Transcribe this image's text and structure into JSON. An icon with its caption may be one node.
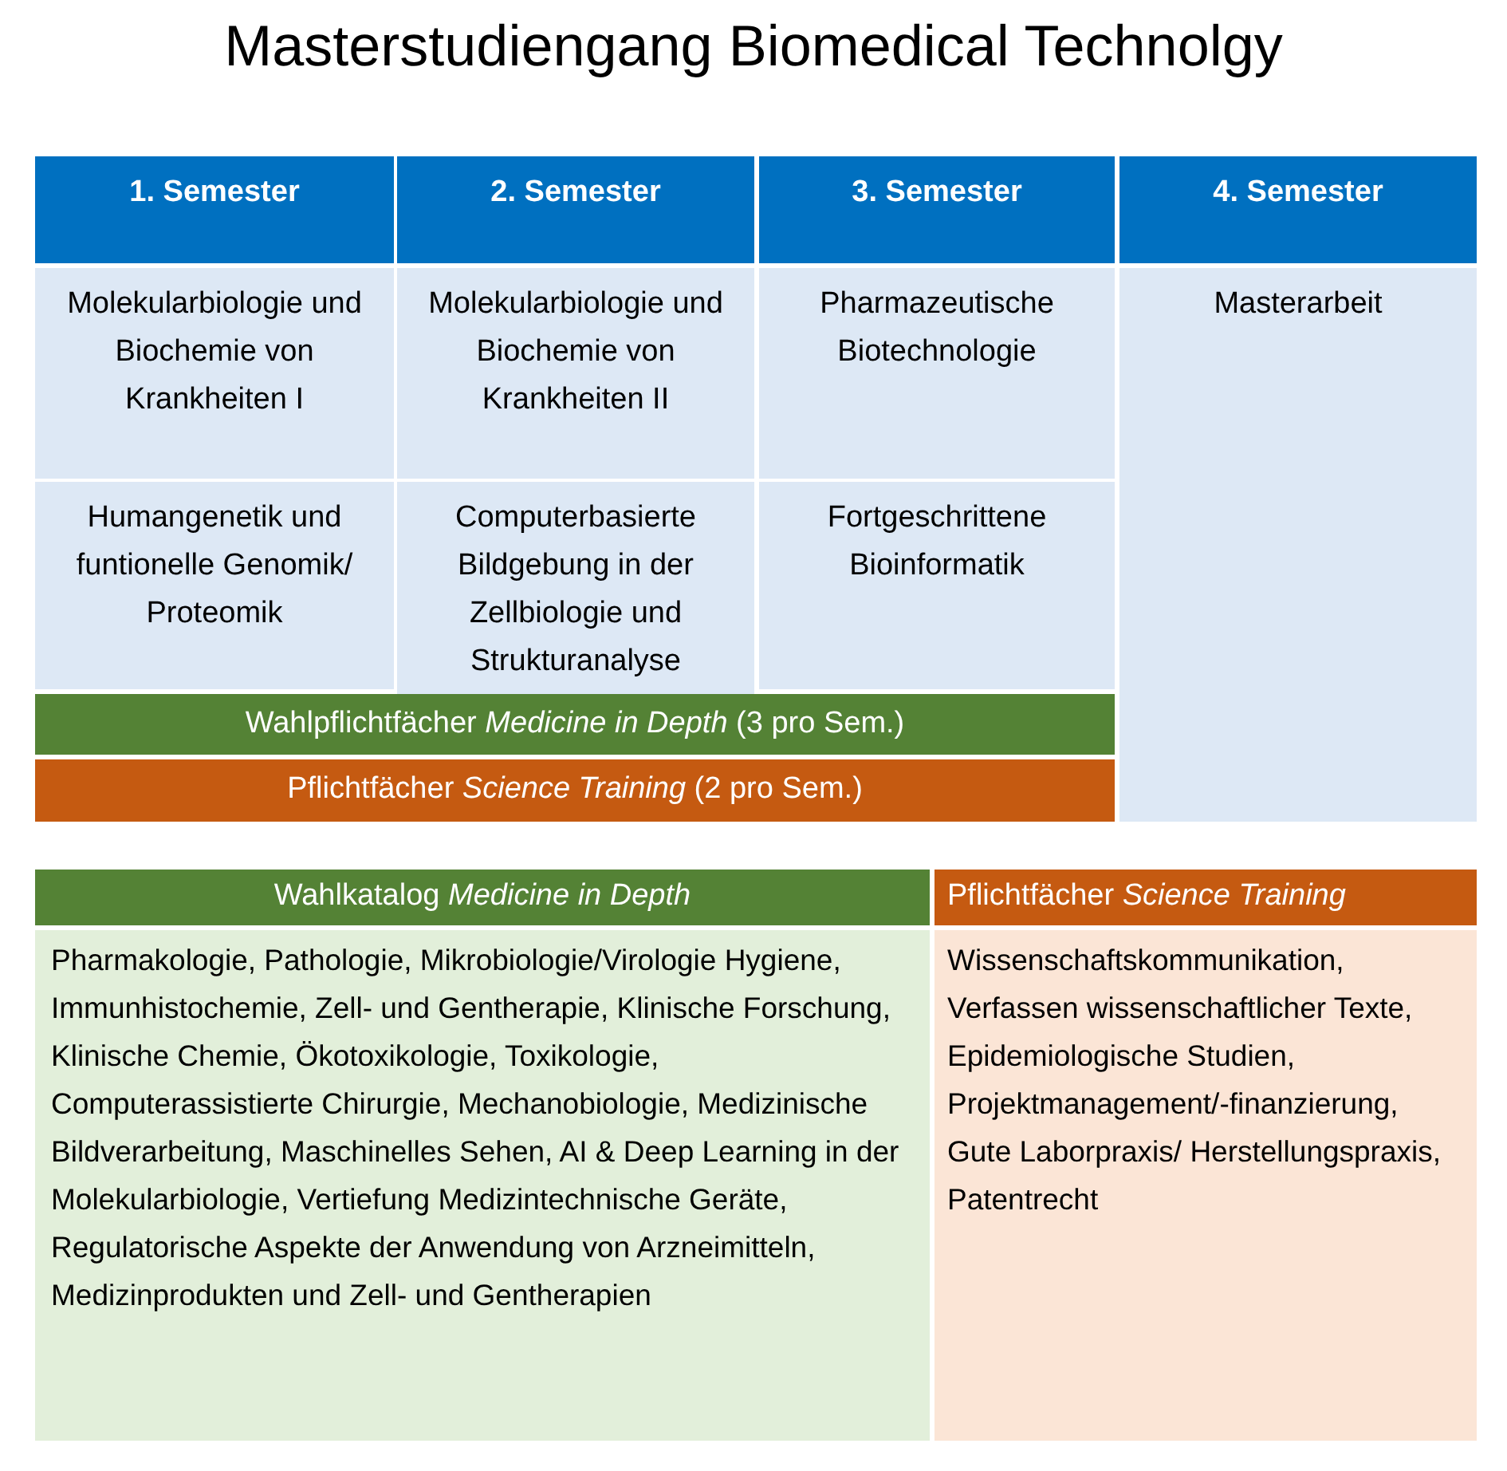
{
  "diagram": {
    "title": "Masterstudiengang Biomedical Technolgy",
    "nodes": [
      {
        "text": [
          "1. Semester"
        ]
      },
      {
        "text": [
          "2. Semester"
        ]
      },
      {
        "text": [
          "3. Semester"
        ]
      },
      {
        "text": [
          "4. Semester"
        ]
      },
      {
        "text": [
          "Molekularbiologie und Biochemie von Krankheiten I"
        ]
      },
      {
        "text": [
          "Molekularbiologie und Biochemie von Krankheiten II"
        ]
      },
      {
        "text": [
          "Pharmazeutische Biotechnologie"
        ]
      },
      {
        "text": [
          "Masterarbeit"
        ]
      },
      {
        "text": [
          "Humangenetik und funtionelle Genomik/ Proteomik"
        ]
      },
      {
        "text": [
          "Computerbasierte Bildgebung in der Zellbiologie und Strukturanalyse"
        ]
      },
      {
        "text": [
          "Fortgeschrittene Bioinformatik"
        ]
      },
      {
        "text": [
          "Wahlpflichtfächer *Medicine in Depth* (3 pro Sem.)"
        ]
      },
      {
        "text": [
          "Pflichtfächer *Science Training* (2 pro Sem.)"
        ]
      },
      {
        "text": [
          "Wahlkatalog *Medicine in Depth*"
        ]
      },
      {
        "text": [
          "Pflichtfächer *Science Training*"
        ]
      },
      {
        "text": [
          "Pharmakologie, Pathologie, Mikrobiologie/Virologie Hygiene, Immunhistochemie, Zell- und Gentherapie, Klinische Forschung, Klinische Chemie, Ökotoxikologie, Toxikologie, Computerassistierte Chirurgie, Mechanobiologie, Medizinische Bildverarbeitung, Maschinelles Sehen, AI & Deep Learning in der Molekularbiologie, Vertiefung Medizintechnische Geräte, Regulatorische Aspekte der Anwendung von Arzneimitteln, Medizinprodukten und Zell- und Gentherapien"
        ]
      },
      {
        "text": [
          "Wissenschaftskommunikation, Verfassen wissenschaftlicher Texte, Epidemiologische Studien, Projektmanagement/-finanzierung, Gute Laborpraxis/ Herstellungspraxis, Patentrecht"
        ]
      }
    ]
  }
}
